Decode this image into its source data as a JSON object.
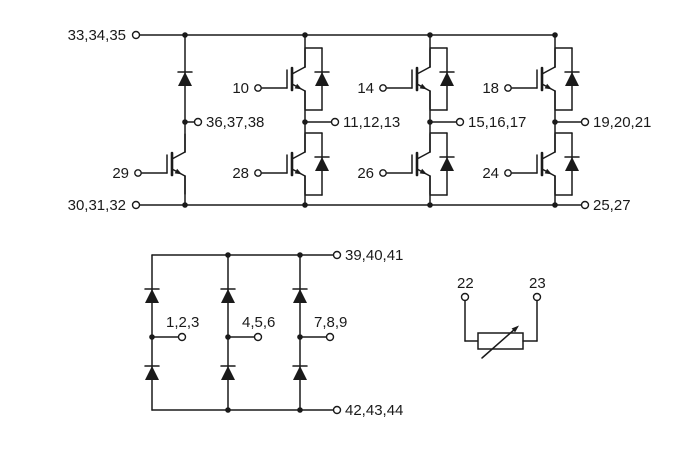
{
  "diagram_type": "IGBT power module schematic with input rectifier and thermistor",
  "colors": {
    "line": "#1a1a1a",
    "background": "#ffffff"
  },
  "inverter": {
    "dc_plus": "33,34,35",
    "dc_minus": "30,31,32",
    "out_minus": "25,27",
    "brake": {
      "gate": "29",
      "mid": "36,37,38"
    },
    "legs": [
      {
        "top_gate": "10",
        "bottom_gate": "28",
        "out": "11,12,13"
      },
      {
        "top_gate": "14",
        "bottom_gate": "26",
        "out": "15,16,17"
      },
      {
        "top_gate": "18",
        "bottom_gate": "24",
        "out": "19,20,21"
      }
    ]
  },
  "rectifier": {
    "dc_plus": "39,40,41",
    "dc_minus": "42,43,44",
    "ac_inputs": [
      "1,2,3",
      "4,5,6",
      "7,8,9"
    ]
  },
  "thermistor": {
    "terminal_a": "22",
    "terminal_b": "23"
  }
}
